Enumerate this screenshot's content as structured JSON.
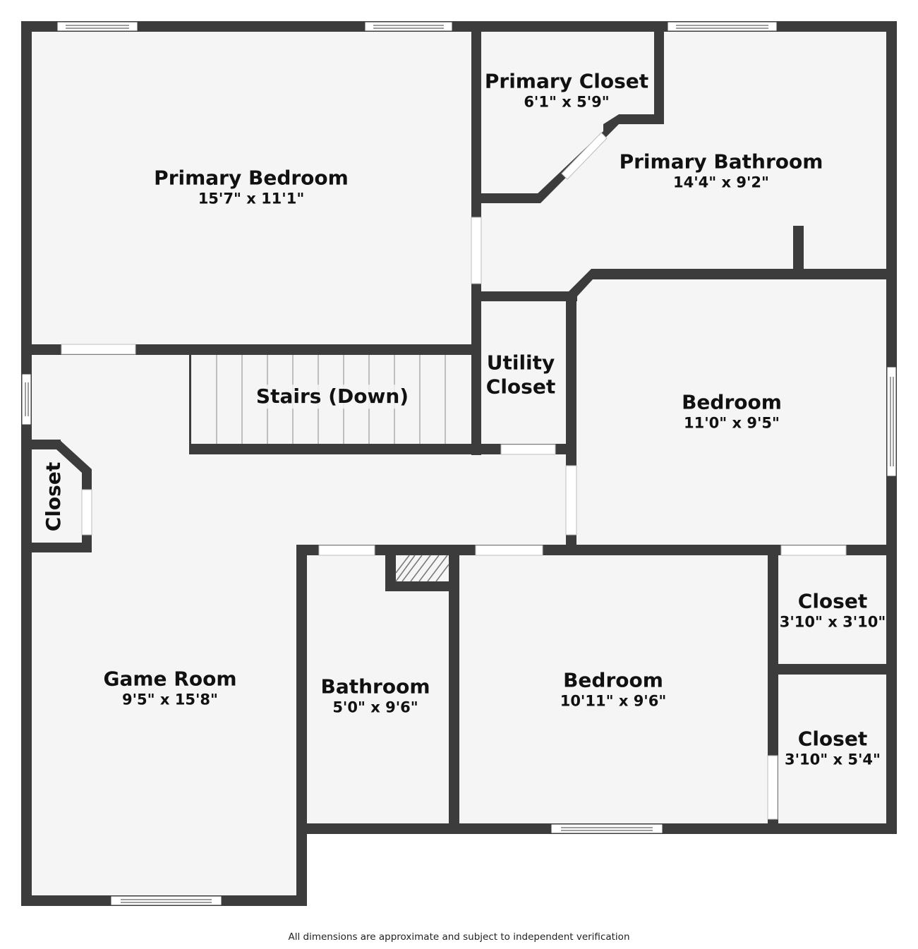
{
  "plan": {
    "colors": {
      "wall": "#3c3c3c",
      "floor": "#f5f5f5",
      "opening": "#ffffff"
    },
    "rooms": [
      {
        "name": "Primary Bedroom",
        "dims": "15'7\" x 11'1\""
      },
      {
        "name": "Primary Closet",
        "dims": "6'1\" x 5'9\""
      },
      {
        "name": "Primary Bathroom",
        "dims": "14'4\" x 9'2\""
      },
      {
        "name": "Stairs (Down)",
        "dims": ""
      },
      {
        "name": "Utility Closet",
        "dims": ""
      },
      {
        "name": "Bedroom",
        "dims": "11'0\" x 9'5\""
      },
      {
        "name": "Closet",
        "dims": ""
      },
      {
        "name": "Game Room",
        "dims": "9'5\" x 15'8\""
      },
      {
        "name": "Bathroom",
        "dims": "5'0\" x 9'6\""
      },
      {
        "name": "Bedroom",
        "dims": "10'11\" x 9'6\""
      },
      {
        "name": "Closet",
        "dims": "3'10\" x 3'10\""
      },
      {
        "name": "Closet",
        "dims": "3'10\" x 5'4\""
      }
    ],
    "utility_closet_lines": [
      "Utility",
      "Closet"
    ]
  },
  "footer": {
    "disclaimer": "All dimensions are approximate and subject to independent verification"
  }
}
